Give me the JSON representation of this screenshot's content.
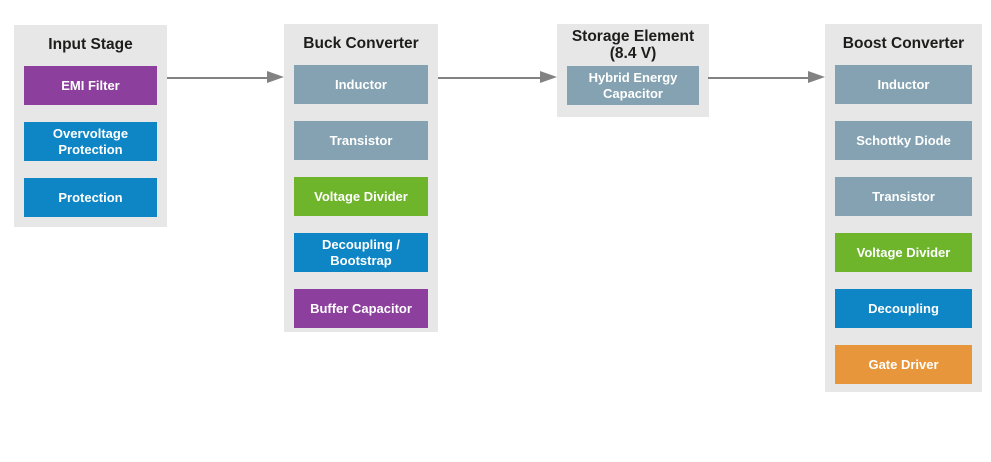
{
  "diagram": {
    "type": "power-system-block-diagram",
    "colors": {
      "panel_bg": "#e7e7e7",
      "purple": "#8d3f9d",
      "blue": "#0e86c6",
      "slate": "#84a2b1",
      "green": "#6eb52c",
      "orange": "#e8963c",
      "arrow": "#828282",
      "title_text": "#1d1d1b",
      "block_text": "#ffffff"
    },
    "panels": [
      {
        "title": "Input Stage",
        "blocks": [
          {
            "label": "EMI Filter",
            "color": "purple"
          },
          {
            "label": "Overvoltage Protection",
            "color": "blue"
          },
          {
            "label": "Protection",
            "color": "blue"
          }
        ]
      },
      {
        "title": "Buck Converter",
        "blocks": [
          {
            "label": "Inductor",
            "color": "slate"
          },
          {
            "label": "Transistor",
            "color": "slate"
          },
          {
            "label": "Voltage Divider",
            "color": "green"
          },
          {
            "label": "Decoupling / Bootstrap",
            "color": "blue"
          },
          {
            "label": "Buffer Capacitor",
            "color": "purple"
          }
        ]
      },
      {
        "title": "Storage Element",
        "subtitle": "(8.4 V)",
        "blocks": [
          {
            "label": "Hybrid Energy Capacitor",
            "color": "slate"
          }
        ]
      },
      {
        "title": "Boost Converter",
        "blocks": [
          {
            "label": "Inductor",
            "color": "slate"
          },
          {
            "label": "Schottky Diode",
            "color": "slate"
          },
          {
            "label": "Transistor",
            "color": "slate"
          },
          {
            "label": "Voltage Divider",
            "color": "green"
          },
          {
            "label": "Decoupling",
            "color": "blue"
          },
          {
            "label": "Gate Driver",
            "color": "orange"
          }
        ]
      }
    ],
    "connections": [
      {
        "from": "Input Stage",
        "to": "Buck Converter"
      },
      {
        "from": "Buck Converter",
        "to": "Storage Element"
      },
      {
        "from": "Storage Element",
        "to": "Boost Converter"
      }
    ]
  }
}
